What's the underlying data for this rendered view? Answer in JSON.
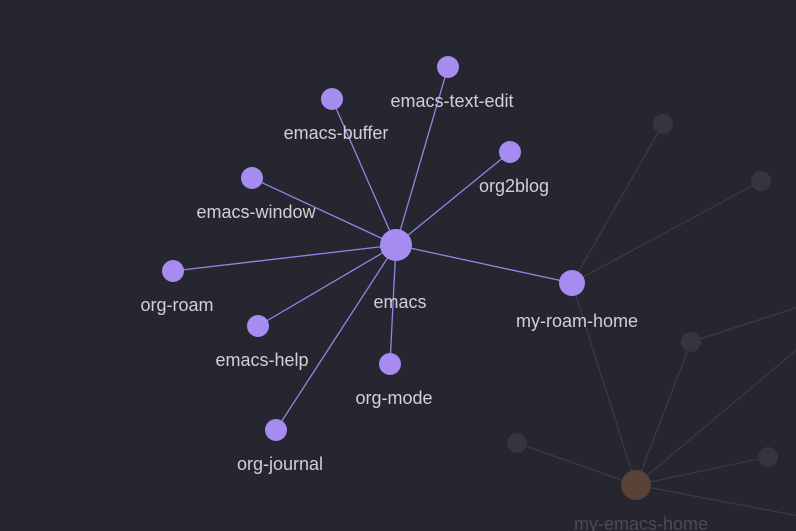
{
  "graph": {
    "colors": {
      "background": "#25262f",
      "active_node": "#a68cf0",
      "active_edge": "#9a82e6",
      "active_label": "#d0d0d8",
      "dim_node": "#34353d",
      "dim_edge": "#3a3b44",
      "dim_label": "#4a4b54",
      "highlight_node_dim": "#5a4238"
    },
    "nodes": [
      {
        "id": "emacs",
        "label": "emacs",
        "group": "active",
        "hub": true
      },
      {
        "id": "emacs-text-edit",
        "label": "emacs-text-edit",
        "group": "active"
      },
      {
        "id": "emacs-buffer",
        "label": "emacs-buffer",
        "group": "active"
      },
      {
        "id": "org2blog",
        "label": "org2blog",
        "group": "active"
      },
      {
        "id": "emacs-window",
        "label": "emacs-window",
        "group": "active"
      },
      {
        "id": "org-roam",
        "label": "org-roam",
        "group": "active"
      },
      {
        "id": "emacs-help",
        "label": "emacs-help",
        "group": "active"
      },
      {
        "id": "org-mode",
        "label": "org-mode",
        "group": "active"
      },
      {
        "id": "org-journal",
        "label": "org-journal",
        "group": "active"
      },
      {
        "id": "my-roam-home",
        "label": "my-roam-home",
        "group": "active",
        "hub": true
      },
      {
        "id": "my-emacs-home",
        "label": "my-emacs-home",
        "group": "dim-highlight",
        "hub": true
      },
      {
        "id": "dim-1",
        "label": "",
        "group": "dim"
      },
      {
        "id": "dim-2",
        "label": "",
        "group": "dim"
      },
      {
        "id": "dim-3",
        "label": "",
        "group": "dim"
      },
      {
        "id": "dim-4",
        "label": "",
        "group": "dim"
      },
      {
        "id": "dim-5",
        "label": "",
        "group": "dim"
      }
    ],
    "edges": [
      {
        "from": "emacs",
        "to": "emacs-text-edit",
        "group": "active"
      },
      {
        "from": "emacs",
        "to": "emacs-buffer",
        "group": "active"
      },
      {
        "from": "emacs",
        "to": "org2blog",
        "group": "active"
      },
      {
        "from": "emacs",
        "to": "emacs-window",
        "group": "active"
      },
      {
        "from": "emacs",
        "to": "org-roam",
        "group": "active"
      },
      {
        "from": "emacs",
        "to": "emacs-help",
        "group": "active"
      },
      {
        "from": "emacs",
        "to": "org-mode",
        "group": "active"
      },
      {
        "from": "emacs",
        "to": "org-journal",
        "group": "active"
      },
      {
        "from": "emacs",
        "to": "my-roam-home",
        "group": "active"
      },
      {
        "from": "my-roam-home",
        "to": "dim-1",
        "group": "dim"
      },
      {
        "from": "my-roam-home",
        "to": "dim-2",
        "group": "dim"
      },
      {
        "from": "my-roam-home",
        "to": "my-emacs-home",
        "group": "dim"
      },
      {
        "from": "my-emacs-home",
        "to": "dim-3",
        "group": "dim"
      },
      {
        "from": "my-emacs-home",
        "to": "dim-4",
        "group": "dim"
      },
      {
        "from": "my-emacs-home",
        "to": "dim-5",
        "group": "dim"
      },
      {
        "from": "my-emacs-home",
        "to": "offscreen-1",
        "group": "dim"
      },
      {
        "from": "my-emacs-home",
        "to": "offscreen-2",
        "group": "dim"
      },
      {
        "from": "dim-3",
        "to": "offscreen-3",
        "group": "dim"
      }
    ]
  }
}
